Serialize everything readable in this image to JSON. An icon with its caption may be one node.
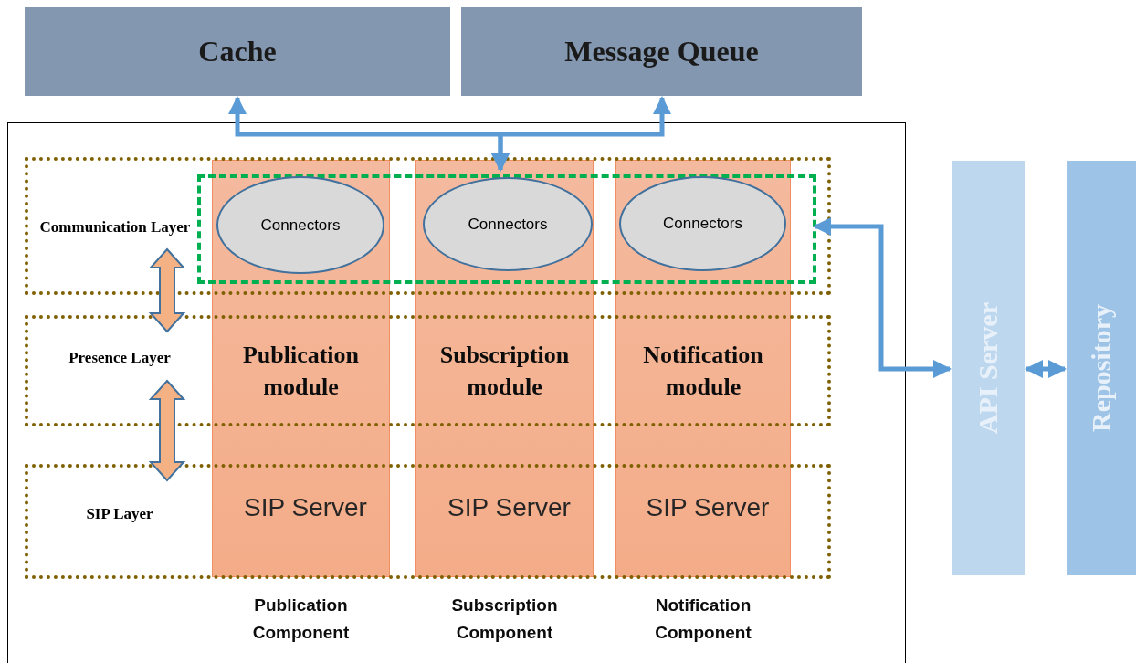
{
  "diagram": {
    "nodes": [
      {
        "text": [
          "Cache"
        ]
      },
      {
        "text": [
          "Message Queue"
        ]
      },
      {
        "text": [],
        "shape": "box"
      },
      {
        "text": [
          "Communication Layer"
        ],
        "in": 2
      },
      {
        "text": [
          "Presence Layer"
        ],
        "in": 2
      },
      {
        "text": [
          "SIP Layer"
        ],
        "in": 2
      },
      {
        "text": [
          "Publication module",
          "SIP Server"
        ],
        "beside": [
          "Publication Component"
        ],
        "in": 2
      },
      {
        "text": [
          "Subscription module",
          "SIP Server"
        ],
        "beside": [
          "Subscription Component"
        ],
        "in": 2
      },
      {
        "text": [
          "Notification module",
          "SIP Server"
        ],
        "beside": [
          "Notification Component"
        ],
        "in": 2
      },
      {
        "text": [],
        "shape": "box",
        "in": 3
      },
      {
        "text": [
          "Connectors"
        ]
      },
      {
        "text": [
          "Connectors"
        ]
      },
      {
        "text": [
          "Connectors"
        ]
      },
      {
        "text": [
          "API Server"
        ]
      },
      {
        "text": [
          "Repository"
        ]
      }
    ],
    "edges": [
      {
        "from": 9,
        "to": 0,
        "arrow": "both"
      },
      {
        "from": 9,
        "to": 1,
        "arrow": "both"
      },
      {
        "from": 9,
        "to": 13,
        "arrow": "both"
      },
      {
        "from": 13,
        "to": 14,
        "arrow": "both"
      },
      {
        "from": 3,
        "to": 4,
        "arrow": "both",
        "style": "thick",
        "color": "#f4b183"
      },
      {
        "from": 4,
        "to": 5,
        "arrow": "both",
        "style": "thick",
        "color": "#f4b183"
      }
    ]
  }
}
